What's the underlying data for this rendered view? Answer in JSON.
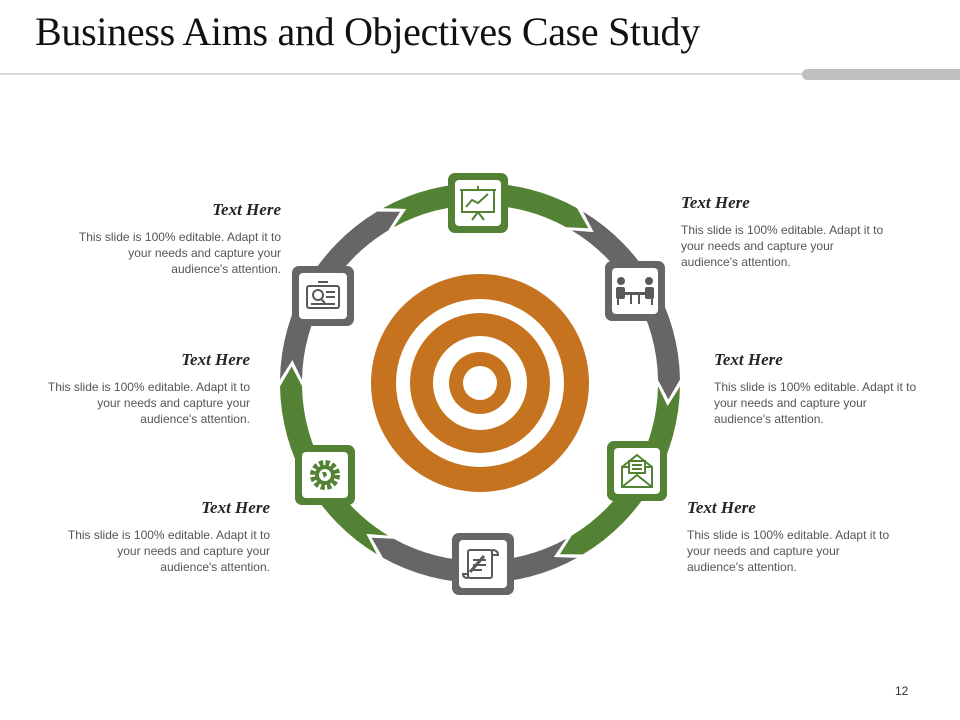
{
  "title": "Business Aims and Objectives Case Study",
  "page_number": "12",
  "colors": {
    "green": "#548235",
    "gray": "#666666",
    "orange": "#c5731e"
  },
  "nodes": [
    {
      "heading": "Text Here",
      "body": "This slide is 100% editable. Adapt it to your needs and capture your audience's attention.",
      "icon": "presentation-chart-icon"
    },
    {
      "heading": "Text Here",
      "body": "This slide is 100% editable. Adapt it to your needs and capture your audience's attention.",
      "icon": "meeting-people-icon"
    },
    {
      "heading": "Text Here",
      "body": "This slide is 100% editable. Adapt it to your needs and capture your audience's attention.",
      "icon": "envelope-icon"
    },
    {
      "heading": "Text Here",
      "body": "This slide is 100% editable. Adapt it to your needs and capture your audience's attention.",
      "icon": "document-scroll-icon"
    },
    {
      "heading": "Text Here",
      "body": "This slide is 100% editable. Adapt it to your needs and capture your audience's attention.",
      "icon": "gear-globe-icon"
    },
    {
      "heading": "Text Here",
      "body": "This slide is 100% editable. Adapt it to your needs and capture your audience's attention.",
      "icon": "id-card-search-icon"
    }
  ]
}
